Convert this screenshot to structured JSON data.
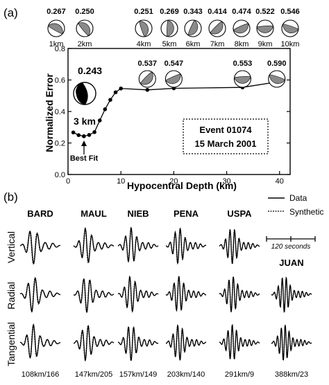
{
  "panel_a": {
    "label": "(a)",
    "event_line1": "Event 01074",
    "event_line2": "15 March 2001",
    "best_fit_label": "Best Fit",
    "best_value": "0.243",
    "best_depth": "3 km",
    "top_mechanisms": [
      {
        "value": "0.267",
        "depth": "1km"
      },
      {
        "value": "0.250",
        "depth": "2km"
      },
      {
        "value": "0.251",
        "depth": "4km"
      },
      {
        "value": "0.269",
        "depth": "5km"
      },
      {
        "value": "0.343",
        "depth": "6km"
      },
      {
        "value": "0.414",
        "depth": "7km"
      },
      {
        "value": "0.474",
        "depth": "8km"
      },
      {
        "value": "0.522",
        "depth": "9km"
      },
      {
        "value": "0.546",
        "depth": "10km"
      }
    ],
    "inner_mechanisms": [
      {
        "value": "0.537",
        "depth": 15
      },
      {
        "value": "0.547",
        "depth": 20
      },
      {
        "value": "0.553",
        "depth": 33
      },
      {
        "value": "0.590",
        "depth": 40
      }
    ]
  },
  "chart_data": {
    "type": "line",
    "xlabel": "Hypocentral Depth (km)",
    "ylabel": "Normalized Error",
    "xlim": [
      0,
      42
    ],
    "ylim": [
      0,
      0.8
    ],
    "xticks": [
      "0",
      "10",
      "20",
      "30",
      "40"
    ],
    "yticks": [
      "0.0",
      "0.2",
      "0.4",
      "0.6",
      "0.8"
    ],
    "x": [
      1,
      2,
      3,
      4,
      5,
      6,
      7,
      8,
      9,
      10,
      15,
      20,
      33,
      40
    ],
    "y": [
      0.267,
      0.25,
      0.243,
      0.251,
      0.269,
      0.343,
      0.414,
      0.474,
      0.522,
      0.546,
      0.537,
      0.547,
      0.553,
      0.59
    ],
    "best_fit_depth": 3
  },
  "panel_b": {
    "label": "(b)",
    "legend_data": "Data",
    "legend_synthetic": "Synthetic",
    "scale_label": "120 seconds",
    "rows": [
      "Vertical",
      "Radial",
      "Tangential"
    ],
    "stations": [
      {
        "name": "BARD",
        "dist": "108km/166"
      },
      {
        "name": "MAUL",
        "dist": "147km/205"
      },
      {
        "name": "NIEB",
        "dist": "157km/149"
      },
      {
        "name": "PENA",
        "dist": "203km/140"
      },
      {
        "name": "USPA",
        "dist": "291km/9"
      },
      {
        "name": "JUAN",
        "dist": "388km/23"
      }
    ]
  }
}
